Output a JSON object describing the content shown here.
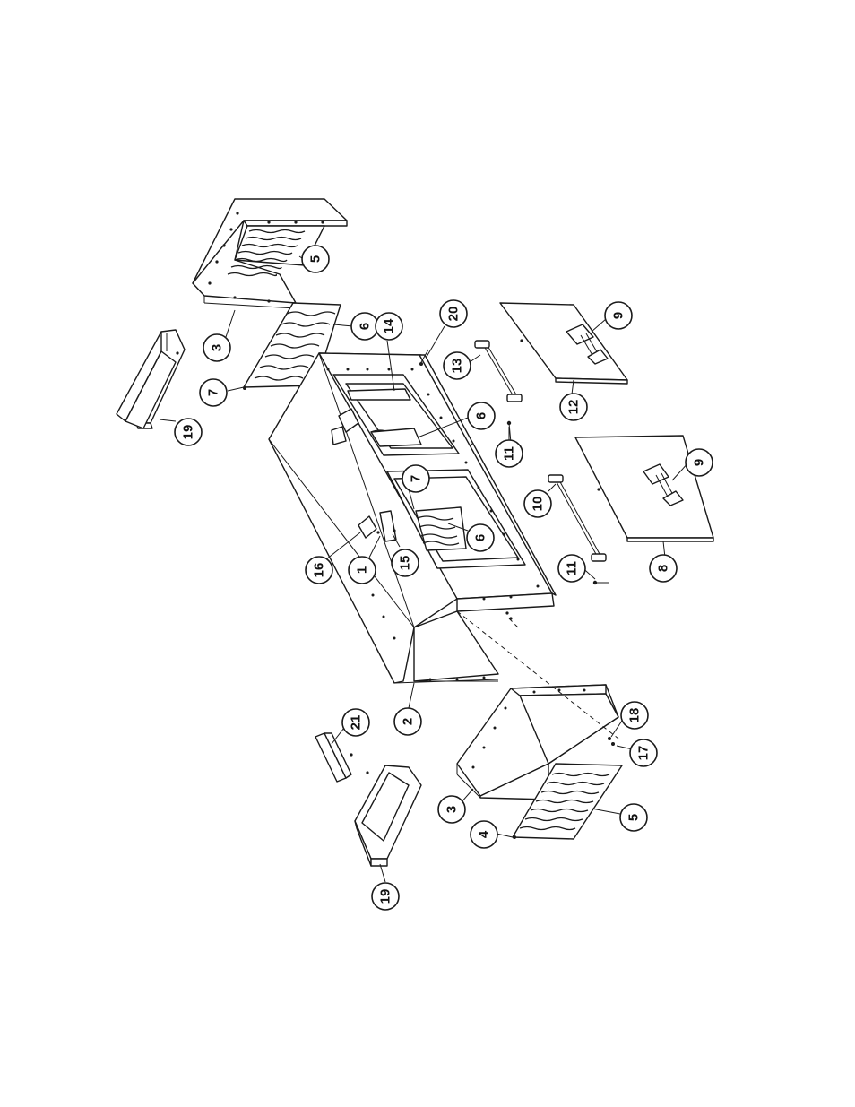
{
  "callouts": [
    {
      "id": "c-5-top",
      "label": "5"
    },
    {
      "id": "c-3-top",
      "label": "3"
    },
    {
      "id": "c-6-top",
      "label": "6"
    },
    {
      "id": "c-7-top",
      "label": "7"
    },
    {
      "id": "c-19-top",
      "label": "19"
    },
    {
      "id": "c-14",
      "label": "14"
    },
    {
      "id": "c-20",
      "label": "20"
    },
    {
      "id": "c-13",
      "label": "13"
    },
    {
      "id": "c-9-top",
      "label": "9"
    },
    {
      "id": "c-12",
      "label": "12"
    },
    {
      "id": "c-6-mid",
      "label": "6"
    },
    {
      "id": "c-11-top",
      "label": "11"
    },
    {
      "id": "c-7-mid",
      "label": "7"
    },
    {
      "id": "c-10",
      "label": "10"
    },
    {
      "id": "c-9-bot",
      "label": "9"
    },
    {
      "id": "c-6-low",
      "label": "6"
    },
    {
      "id": "c-16",
      "label": "16"
    },
    {
      "id": "c-1",
      "label": "1"
    },
    {
      "id": "c-15",
      "label": "15"
    },
    {
      "id": "c-11-bot",
      "label": "11"
    },
    {
      "id": "c-8",
      "label": "8"
    },
    {
      "id": "c-2",
      "label": "2"
    },
    {
      "id": "c-21",
      "label": "21"
    },
    {
      "id": "c-18",
      "label": "18"
    },
    {
      "id": "c-17",
      "label": "17"
    },
    {
      "id": "c-3-bot",
      "label": "3"
    },
    {
      "id": "c-5-bot",
      "label": "5"
    },
    {
      "id": "c-4",
      "label": "4"
    },
    {
      "id": "c-19-bot",
      "label": "19"
    }
  ]
}
